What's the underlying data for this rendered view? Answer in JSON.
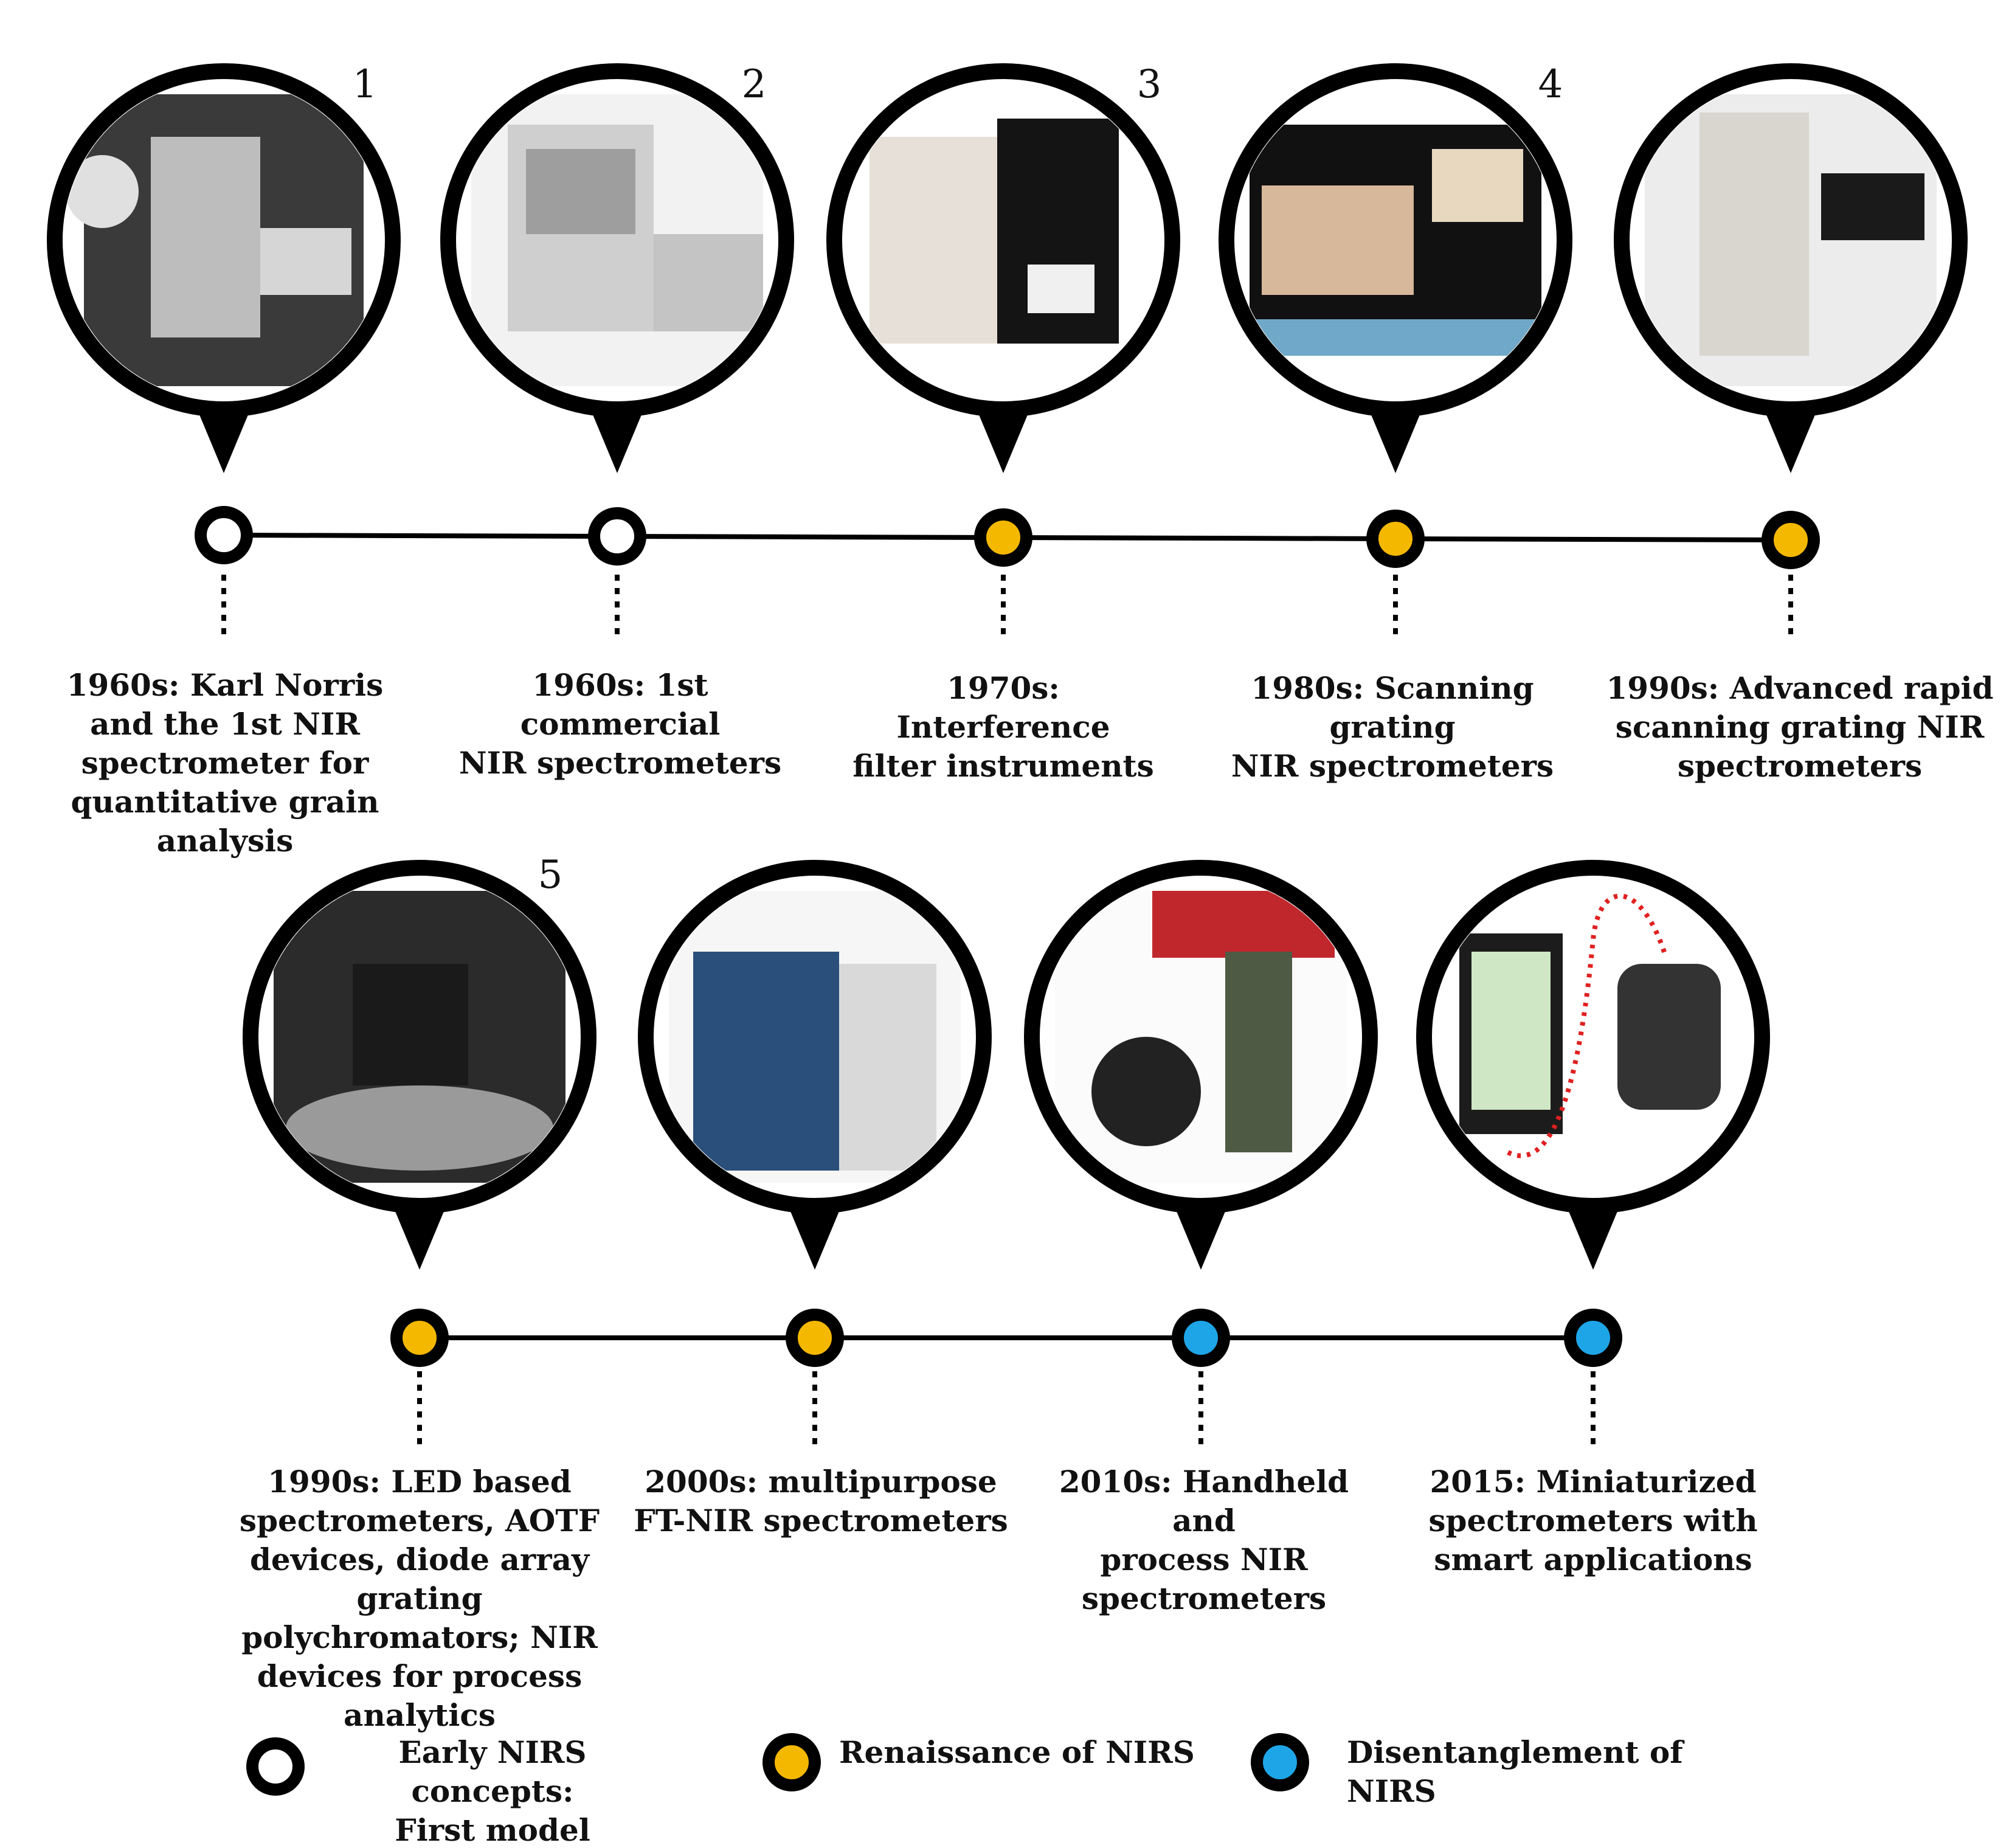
{
  "colors": {
    "stroke": "#000000",
    "early": "#ffffff",
    "renaissance": "#f5b800",
    "disentanglement": "#1ea5e8"
  },
  "timeline": {
    "row1": [
      {
        "label": "1960s: Karl Norris\nand the 1st NIR\nspectrometer  for\nquantitative grain\nanalysis",
        "number": "1",
        "era": "early",
        "picture": "historical NIR spectrometer with operator"
      },
      {
        "label": "1960s: 1st commercial\nNIR spectrometers",
        "number": "2",
        "era": "early",
        "picture": "early commercial spectrometer cabinet"
      },
      {
        "label": "1970s: Interference\nfilter instruments",
        "number": "3",
        "era": "renaissance",
        "picture": "filter instrument with keypad"
      },
      {
        "label": "1980s: Scanning grating\nNIR spectrometers",
        "number": "4",
        "era": "renaissance",
        "picture": "scanning grating spectrometer with computer"
      },
      {
        "label": "1990s: Advanced rapid\nscanning grating NIR\nspectrometers",
        "number": "",
        "era": "renaissance",
        "picture": "benchtop spectrometer with monitor"
      }
    ],
    "row2": [
      {
        "label": "1990s: LED based\nspectrometers, AOTF\ndevices, diode array grating\npolychromators; NIR\ndevices for process analytics",
        "number": "5",
        "era": "renaissance",
        "picture": "process analytics device"
      },
      {
        "label": "2000s: multipurpose\nFT-NIR spectrometers",
        "number": "",
        "era": "renaissance",
        "picture": "FT-NIR spectrometer"
      },
      {
        "label": "2010s: Handheld and\nprocess NIR\nspectrometers",
        "number": "",
        "era": "disentanglement",
        "picture": "handheld NIR device"
      },
      {
        "label": "2015: Miniaturized\nspectrometers with\nsmart applications",
        "number": "",
        "era": "disentanglement",
        "picture": "smartphone and miniature sensor"
      }
    ]
  },
  "legend": [
    {
      "era": "early",
      "label": "Early NIRS concepts:\nFirst model"
    },
    {
      "era": "renaissance",
      "label": "Renaissance of NIRS"
    },
    {
      "era": "disentanglement",
      "label": "Disentanglement of NIRS"
    }
  ]
}
